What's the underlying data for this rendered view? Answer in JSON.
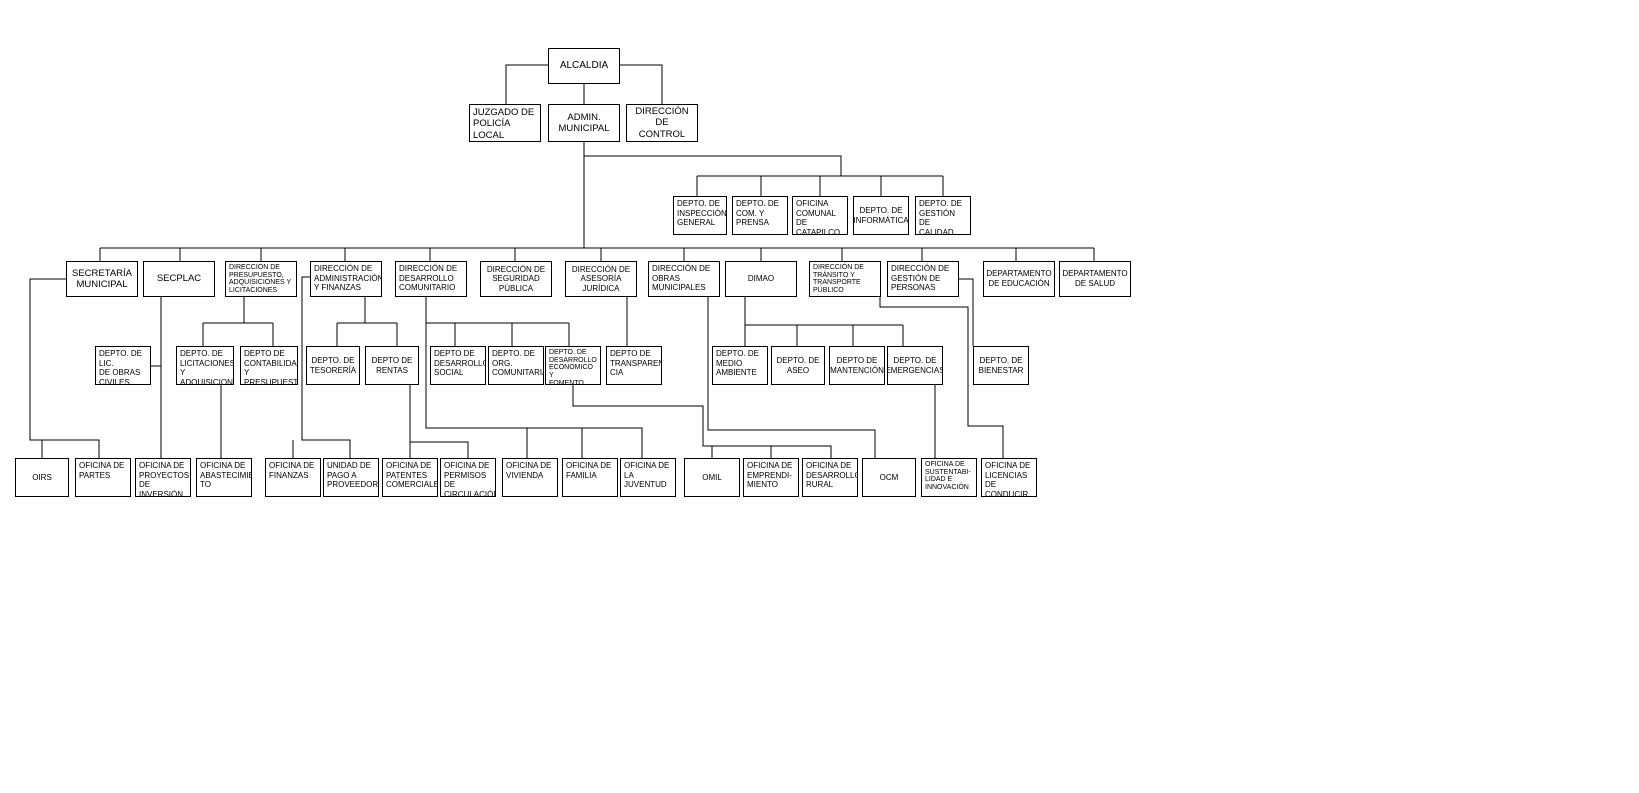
{
  "org_chart": {
    "nodes": {
      "alcaldia": "ALCALDIA",
      "juzgado": "JUZGADO DE\nPOLICÍA\nLOCAL",
      "admin": "ADMIN.\nMUNICIPAL",
      "dir_control": "DIRECCIÓN DE\nCONTROL",
      "inspeccion": "DEPTO. DE\nINSPECCIÓN\nGENERAL",
      "com_prensa": "DEPTO. DE\nCOM. Y\nPRENSA",
      "catapilco": "OFICINA\nCOMUNAL DE\nCATAPILCO",
      "informatica": "DEPTO. DE\nINFORMÁTICA",
      "calidad": "DEPTO. DE\nGESTIÓN DE\nCALIDAD",
      "secretaria": "SECRETARÍA\nMUNICIPAL",
      "secplac": "SECPLAC",
      "presupuesto": "DIRECCION DE\nPRESUPUESTO,\nADQUISICIONES Y\nLICITACIONES",
      "admin_finanzas": "DIRECCIÓN DE\nADMINISTRACIÓN\nY FINANZAS",
      "desarrollo_com": "DIRECCIÓN DE\nDESARROLLO\nCOMUNITARIO",
      "seguridad": "DIRECCIÓN DE\nSEGURIDAD\nPÚBLICA",
      "asesoria": "DIRECCIÓN DE\nASESORÍA\nJURÍDICA",
      "obras": "DIRECCIÓN DE\nOBRAS\nMUNICIPALES",
      "dimao": "DIMAO",
      "transito": "DIRECCIÓN DE\nTRÁNSITO Y\nTRANSPORTE\nPÚBLICO",
      "personas": "DIRECCIÓN DE\nGESTIÓN DE\nPERSONAS",
      "educacion": "DEPARTAMENTO\nDE EDUCACIÓN",
      "salud": "DEPARTAMENTO\nDE SALUD",
      "obras_civiles": "DEPTO. DE LIC.\nDE OBRAS\nCIVILES",
      "licitaciones": "DEPTO. DE\nLICITACIONES Y\nADQUISICIONES",
      "contabilidad": "DEPTO DE\nCONTABILIDAD\nY PRESUPUESTO",
      "tesoreria": "DEPTO. DE\nTESORERÍA",
      "rentas": "DEPTO DE\nRENTAS",
      "desarrollo_social": "DEPTO DE\nDESARROLLO\nSOCIAL",
      "org_comunitarias": "DEPTO. DE\nORG.\nCOMUNITARIAS",
      "desarrollo_eco": "DEPTO. DE\nDESARROLLO\nECONOMICO Y\nFOMENTO PROD",
      "transparencia": "DEPTO DE\nTRANSPAREN-\nCIA",
      "medio_ambiente": "DEPTO. DE\nMEDIO\nAMBIENTE",
      "aseo": "DEPTO. DE\nASEO",
      "mantencion": "DEPTO DE\nMANTENCIÓN",
      "emergencias": "DEPTO. DE\nEMERGENCIAS",
      "bienestar": "DEPTO. DE\nBIENESTAR",
      "oirs": "OIRS",
      "partes": "OFICINA DE\nPARTES",
      "proyectos": "OFICINA DE\nPROYECTOS\nDE INVERSIÓN",
      "abastecimiento": "OFICINA DE\nABASTECIMIEN-\nTO",
      "of_finanzas": "OFICINA DE\nFINANZAS",
      "pago_proveedores": "UNIDAD DE\nPAGO A\nPROVEEDORES",
      "patentes": "OFICINA DE\nPATENTES\nCOMERCIALES",
      "permisos": "OFICINA DE\nPERMISOS DE\nCIRCULACIÓN",
      "vivienda": "OFICINA DE\nVIVIENDA",
      "familia": "OFICINA DE\nFAMILIA",
      "juventud": "OFICINA DE LA\nJUVENTUD",
      "omil": "OMIL",
      "emprendimiento": "OFICINA DE\nEMPRENDI-\nMIENTO",
      "rural": "OFICINA DE\nDESARROLLO\nRURAL",
      "ocm": "OCM",
      "sustentabilidad": "OFICINA DE\nSUSTENTABI-\nLIDAD E\nINNOVACIÓN",
      "licencias": "OFICINA DE\nLICENCIAS DE\nCONDUCIR"
    }
  }
}
